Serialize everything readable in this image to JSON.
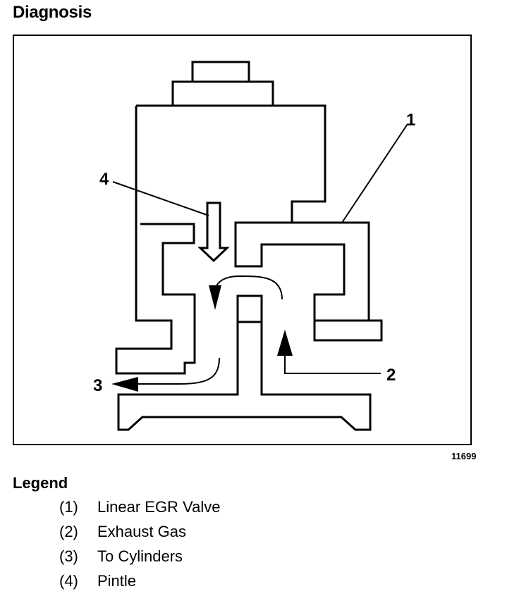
{
  "page": {
    "title": "Diagnosis",
    "figure_number": "11699"
  },
  "diagram": {
    "callouts": [
      {
        "id": 1,
        "label": "1"
      },
      {
        "id": 2,
        "label": "2"
      },
      {
        "id": 3,
        "label": "3"
      },
      {
        "id": 4,
        "label": "4"
      }
    ]
  },
  "legend": {
    "title": "Legend",
    "items": [
      {
        "number": "(1)",
        "text": "Linear EGR Valve"
      },
      {
        "number": "(2)",
        "text": "Exhaust Gas"
      },
      {
        "number": "(3)",
        "text": "To Cylinders"
      },
      {
        "number": "(4)",
        "text": "Pintle"
      }
    ]
  }
}
